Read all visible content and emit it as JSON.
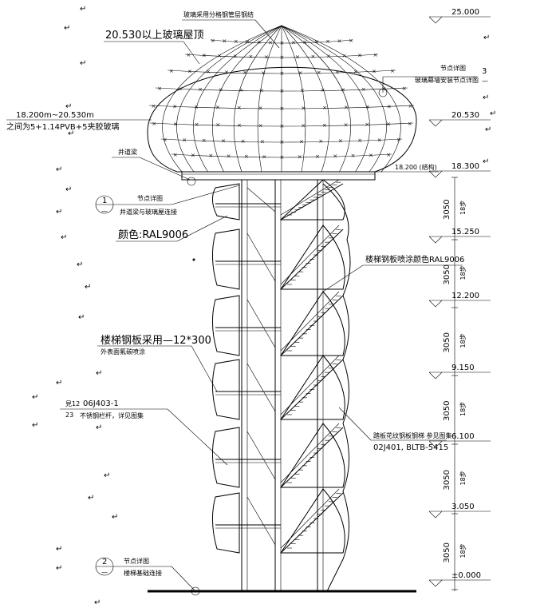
{
  "annotations": {
    "dome_top_note": "玻璃采用分格钢管层钢结",
    "dome_upper_elev": "20.530以上玻璃屋顶",
    "dome_band_range": "18.200m~20.530m",
    "dome_band_glass": "之间为5+1.14PVB+5夹胶玻璃",
    "joint_detail_title": "节点详图",
    "joint_detail_desc": "玻璃幕墙安装节点详图",
    "joint_detail_no": "3",
    "wellpost_label": "井道梁",
    "detail1_no": "1",
    "detail1_title": "节点详图",
    "detail1_desc": "井道梁与玻璃屋连接",
    "color_label": "颜色:RAL9006",
    "stair_color_label": "楼梯钢板喷涂颜色RAL9006",
    "rail_label": "楼梯钢板采用—12*300",
    "rail_finish": "外表面氟碳喷涂",
    "ref_top": "見12",
    "ref_code": "06J403-1",
    "ref_bottom": "23",
    "ref_desc": "不锈钢栏杆，详见图集",
    "tread_note": "踏板花纹钢板钢梯 参见图集",
    "tread_code": "02J401, BLTB-5415",
    "detail2_no": "2",
    "detail2_title": "节点详图",
    "detail2_desc": "楼梯基础连接",
    "elev_structural": "18.200 (结构)"
  },
  "elevations": [
    "25.000",
    "20.530",
    "18.300",
    "15.250",
    "12.200",
    "9.150",
    "6.100",
    "3.050",
    "±0.000"
  ],
  "segments": [
    {
      "dim": "3050",
      "steps": "18步"
    },
    {
      "dim": "3050",
      "steps": "18步"
    },
    {
      "dim": "3050",
      "steps": "18步"
    },
    {
      "dim": "3050",
      "steps": "18步"
    },
    {
      "dim": "3050",
      "steps": "18步"
    },
    {
      "dim": "3050",
      "steps": "18步"
    }
  ],
  "paragraph_mark": "↵"
}
